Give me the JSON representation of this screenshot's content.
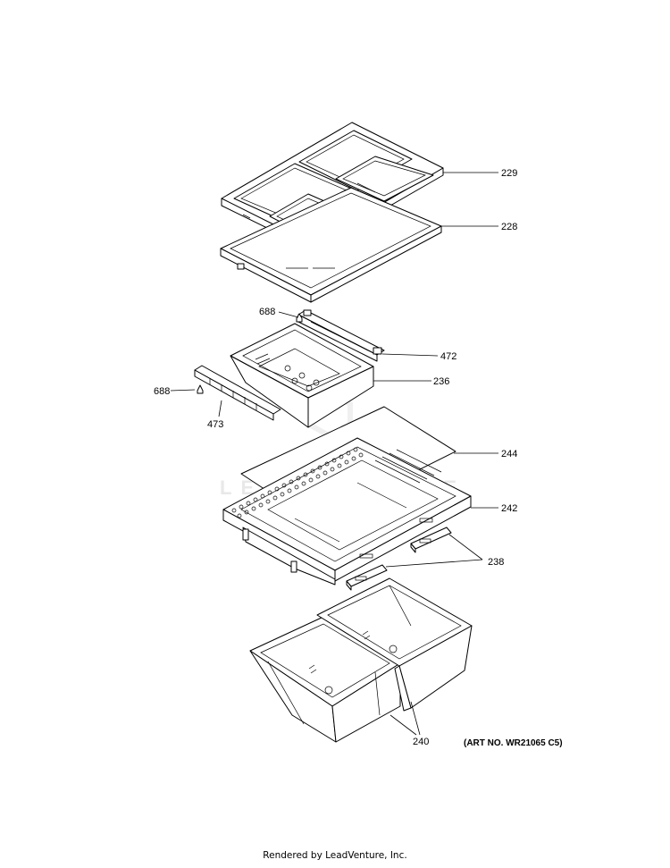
{
  "title": "",
  "watermark": "LEADVENTURE",
  "art_number": "(ART NO. WR21065 C5)",
  "footer": "Rendered by LeadVenture, Inc.",
  "callouts": {
    "c229": "229",
    "c228": "228",
    "c688a": "688",
    "c472": "472",
    "c688b": "688",
    "c236": "236",
    "c473": "473",
    "c244": "244",
    "c242": "242",
    "c238": "238",
    "c240": "240"
  }
}
